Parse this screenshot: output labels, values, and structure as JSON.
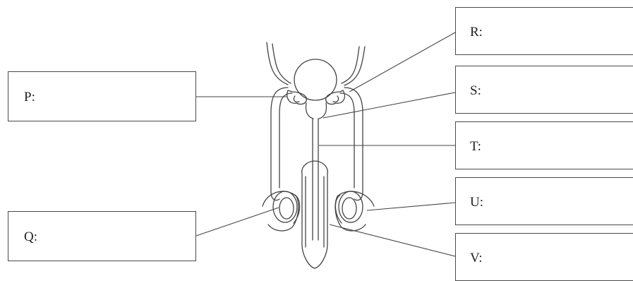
{
  "labels": {
    "p": "P:",
    "q": "Q:",
    "r": "R:",
    "s": "S:",
    "t": "T:",
    "u": "U:",
    "v": "V:"
  },
  "colors": {
    "line": "#444444",
    "box_border": "#4a4a4a",
    "background": "#ffffff"
  }
}
